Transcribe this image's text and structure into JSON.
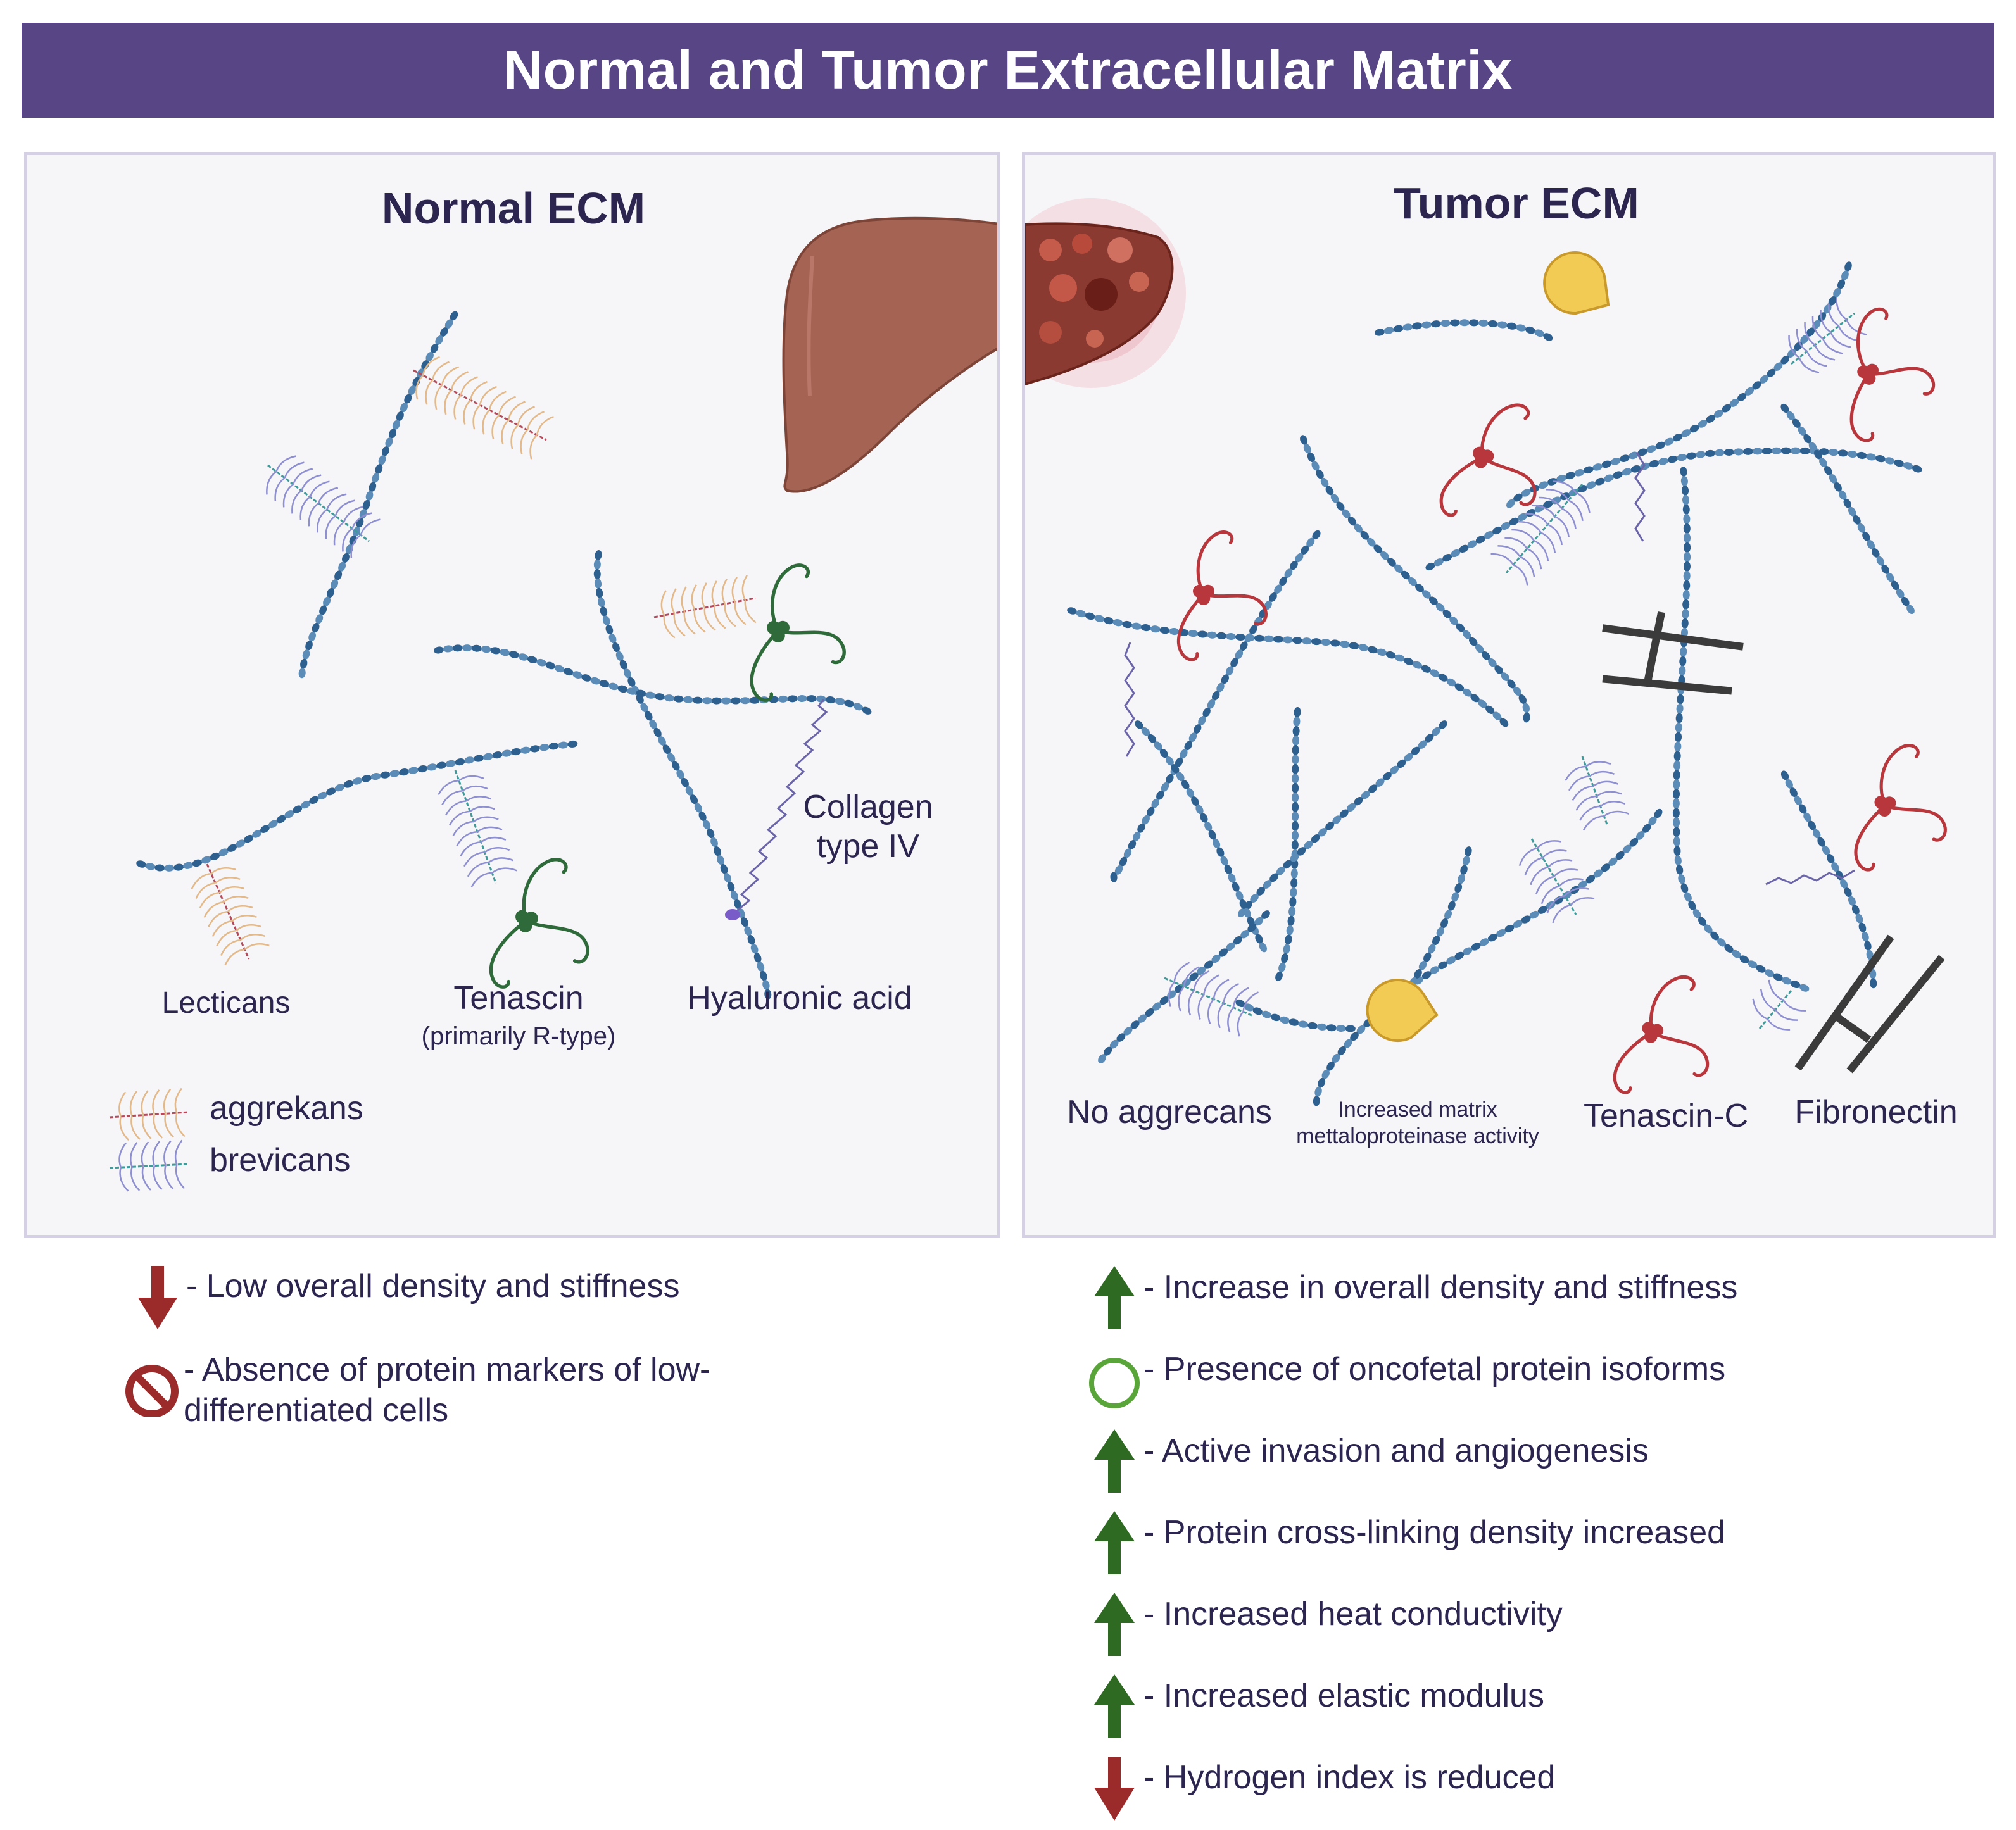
{
  "title": "Normal and Tumor Extracellular Matrix",
  "normal": {
    "title": "Normal ECM",
    "labels": {
      "collagen_line1": "Collagen",
      "collagen_line2": "type IV",
      "lecticans": "Lecticans",
      "tenascin": "Tenascin",
      "tenascin_sub": "(primarily R-type)",
      "hyaluronic": "Hyaluronic acid"
    },
    "legend": [
      {
        "label": "aggrekans",
        "icon": "aggrecan-icon"
      },
      {
        "label": "brevicans",
        "icon": "brevican-icon"
      }
    ],
    "facts": [
      {
        "icon": "down-arrow-icon",
        "text": "- Low overall density and stiffness"
      },
      {
        "icon": "prohibited-icon",
        "text": "- Absence of protein markers of low-differentiated cells",
        "line1": "- Absence of protein markers of low-",
        "line2": "differentiated cells"
      }
    ]
  },
  "tumor": {
    "title": "Tumor ECM",
    "labels": {
      "no_aggrecans": "No aggrecans",
      "mmp_line1": "Increased matrix",
      "mmp_line2": "mettaloproteinase activity",
      "tenascin_c": "Tenascin-C",
      "fibronectin": "Fibronectin"
    },
    "facts": [
      {
        "icon": "up-arrow-icon",
        "text": "- Increase in overall density and stiffness"
      },
      {
        "icon": "circle-icon",
        "text": "- Presence of oncofetal protein isoforms"
      },
      {
        "icon": "up-arrow-icon",
        "text": "- Active invasion and angiogenesis"
      },
      {
        "icon": "up-arrow-icon",
        "text": "- Protein cross-linking density increased"
      },
      {
        "icon": "up-arrow-icon",
        "text": "- Increased heat conductivity"
      },
      {
        "icon": "up-arrow-icon",
        "text": "- Increased elastic modulus"
      },
      {
        "icon": "down-arrow-icon",
        "text": "- Hydrogen index is reduced"
      }
    ]
  },
  "colors": {
    "header": "#574585",
    "fiber_dark": "#2d5f8f",
    "fiber_light": "#5b8cb8",
    "aggrecan": "#e3b98a",
    "aggrecan_core": "#b24a5a",
    "brevican": "#8d8fd0",
    "brevican_core": "#3f9a9a",
    "tenascin_normal": "#2f6b3a",
    "tenascin_c": "#b8373d",
    "mmp": "#f2cb55",
    "arrow_up": "#2f6a22",
    "arrow_down": "#9b2a2a",
    "liver": "#a66556"
  }
}
